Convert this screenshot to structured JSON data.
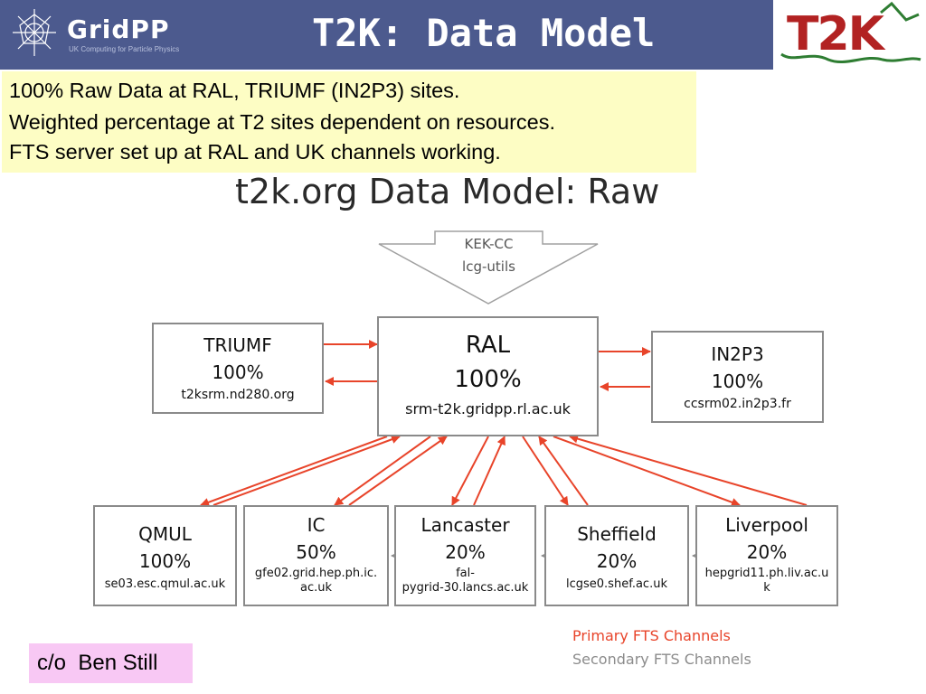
{
  "header": {
    "title": "T2K: Data Model",
    "gridpp_logo": {
      "word": "GridPP",
      "tagline": "UK Computing for Particle Physics"
    },
    "t2k_logo": {
      "word": "T2K"
    }
  },
  "notes": [
    "100% Raw Data at RAL, TRIUMF (IN2P3) sites.",
    "Weighted percentage at T2 sites dependent on resources.",
    "FTS server set up at RAL and UK channels working."
  ],
  "diagram": {
    "heading": "t2k.org Data Model: Raw",
    "source": {
      "line1": "KEK-CC",
      "line2": "lcg-utils"
    },
    "ral": {
      "name": "RAL",
      "percent": "100%",
      "host": "srm-t2k.gridpp.rl.ac.uk"
    },
    "triumf": {
      "name": "TRIUMF",
      "percent": "100%",
      "host": "t2ksrm.nd280.org"
    },
    "in2p3": {
      "name": "IN2P3",
      "percent": "100%",
      "host": "ccsrm02.in2p3.fr"
    },
    "qmul": {
      "name": "QMUL",
      "percent": "100%",
      "host": "se03.esc.qmul.ac.uk"
    },
    "ic": {
      "name": "IC",
      "percent": "50%",
      "host_line1": "gfe02.grid.hep.ph.ic.",
      "host_line2": "ac.uk"
    },
    "lancaster": {
      "name": "Lancaster",
      "percent": "20%",
      "host_line1": "fal-",
      "host_line2": "pygrid-30.lancs.ac.uk"
    },
    "sheffield": {
      "name": "Sheffield",
      "percent": "20%",
      "host": "lcgse0.shef.ac.uk"
    },
    "liverpool": {
      "name": "Liverpool",
      "percent": "20%",
      "host_line1": "hepgrid11.ph.liv.ac.u",
      "host_line2": "k"
    }
  },
  "legend": {
    "primary": "Primary FTS Channels",
    "secondary": "Secondary FTS Channels"
  },
  "colors": {
    "header_bg": "#4c5a8e",
    "notes_bg": "#fdfdc4",
    "primary_channel": "#e8442a",
    "secondary_channel": "#8c8c8c",
    "credit_bg": "#f8c8f4"
  },
  "credit": "c/o  Ben Still"
}
